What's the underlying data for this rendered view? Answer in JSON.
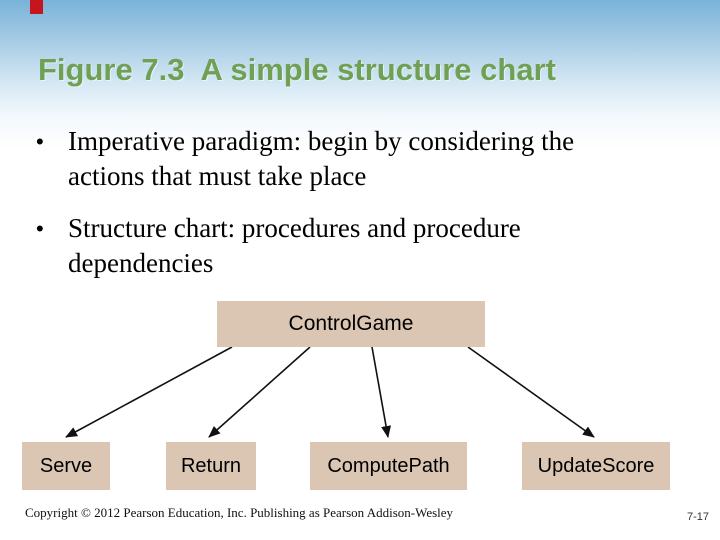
{
  "slide": {
    "title": "Figure 7.3  A simple structure chart",
    "bullet_glyph": "•",
    "bullets": [
      {
        "lines": [
          "Imperative paradigm: begin by considering the",
          "actions that must take place"
        ]
      },
      {
        "lines": [
          "Structure chart: procedures and procedure",
          "dependencies"
        ]
      }
    ],
    "footer": "Copyright © 2012 Pearson Education, Inc. Publishing as Pearson Addison-Wesley",
    "page_number": "7-17"
  },
  "diagram": {
    "root": {
      "label": "ControlGame"
    },
    "children": [
      {
        "label": "Serve"
      },
      {
        "label": "Return"
      },
      {
        "label": "ComputePath"
      },
      {
        "label": "UpdateScore"
      }
    ]
  },
  "colors": {
    "title_green": "#6fa053",
    "box_tan": "#dbc6b3",
    "gradient_top_blue": "#79b2d9",
    "accent_red": "#c4161c",
    "arrow_black": "#111111"
  }
}
